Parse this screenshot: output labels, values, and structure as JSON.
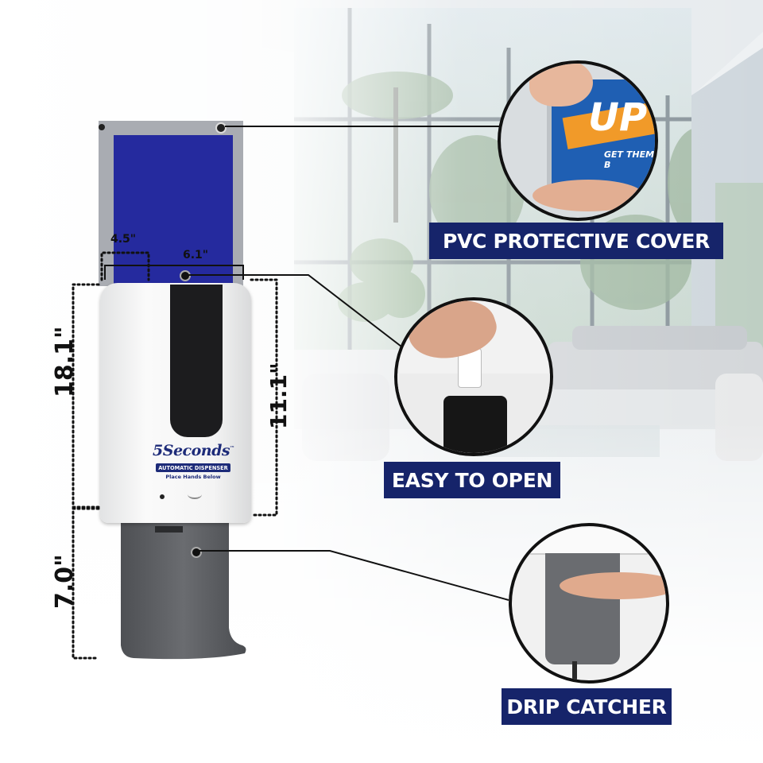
{
  "brand": {
    "logo": "5Seconds",
    "trademark": "™",
    "subtitle": "AUTOMATIC DISPENSER",
    "hint": "Place Hands Below"
  },
  "dimensions": {
    "depth": "4.5\"",
    "width": "6.1\"",
    "total_height": "18.1\"",
    "body_height": "11.1\"",
    "tray_height": "7.0\""
  },
  "callouts": {
    "cover": "PVC PROTECTIVE COVER",
    "open": "EASY TO OPEN",
    "drip": "DRIP CATCHER"
  },
  "poster_snippet": {
    "big": "UP",
    "small": "GET THEM B"
  },
  "colors": {
    "label_navy": "#16246a",
    "panel_blue": "#252a9e",
    "dispenser_white": "#f7f7f7",
    "tray_gray": "#5d5f63"
  }
}
